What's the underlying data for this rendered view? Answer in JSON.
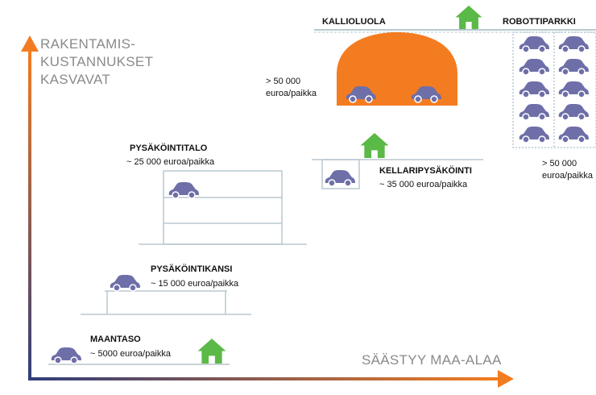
{
  "axes": {
    "y_label_lines": [
      "RAKENTAMIS-",
      "KUSTANNUKSET",
      "KASVAVAT"
    ],
    "x_label": "SÄÄSTYY MAA-ALAA",
    "colors": {
      "start": "#2f3d7a",
      "end": "#f47c20"
    }
  },
  "levels": {
    "maantaso": {
      "title": "MAANTASO",
      "cost": "~ 5000 euroa/paikka"
    },
    "kansi": {
      "title": "PYSÄKÖINTIKANSI",
      "cost": "~ 15 000 euroa/paikka"
    },
    "talo": {
      "title": "PYSÄKÖINTITALO",
      "cost": "~ 25 000 euroa/paikka"
    },
    "kellari": {
      "title": "KELLARIPYSÄKÖINTI",
      "cost": "~ 35 000 euroa/paikka"
    },
    "kallio": {
      "title": "KALLIOLUOLA",
      "cost_lines": [
        "> 50 000",
        "euroa/paikka"
      ]
    },
    "robotti": {
      "title": "ROBOTTIPARKKI",
      "cost_lines": [
        "> 50 000",
        "euroa/paikka"
      ]
    }
  },
  "icons": {
    "car": "car-icon",
    "house": "house-icon"
  },
  "palette": {
    "car": "#6e6fa8",
    "house": "#5bb947",
    "cave": "#f47c20",
    "ground": "#c9d4d8",
    "structure": "#b9c8d0"
  }
}
